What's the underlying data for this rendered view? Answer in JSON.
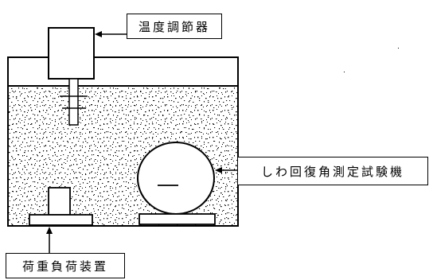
{
  "labels": {
    "temperature_controller": "温度調節器",
    "wrinkle_recovery_tester": "しわ回復角測定試験機",
    "load_device": "荷重負荷装置"
  },
  "colors": {
    "line": "#000000",
    "speckle": "#000000",
    "background": "#ffffff"
  }
}
